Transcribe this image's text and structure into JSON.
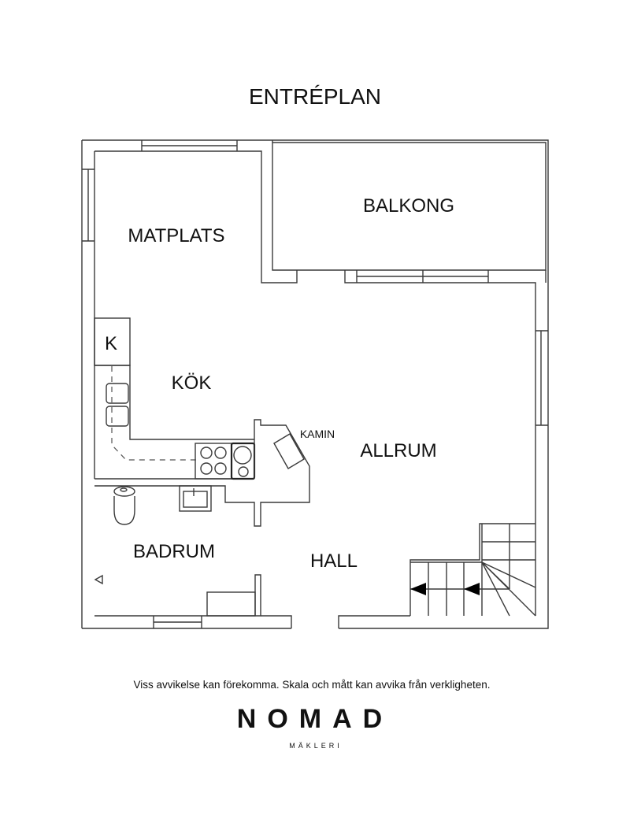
{
  "title": "ENTRÉPLAN",
  "rooms": {
    "matplats": "MATPLATS",
    "balkong": "BALKONG",
    "kok": "KÖK",
    "kyl": "K",
    "kamin": "KAMIN",
    "allrum": "ALLRUM",
    "badrum": "BADRUM",
    "hall": "HALL"
  },
  "disclaimer": "Viss avvikelse kan förekomma. Skala och mått kan avvika från verkligheten.",
  "logo": {
    "name": "NOMAD",
    "tagline": "MÄKLERI"
  }
}
